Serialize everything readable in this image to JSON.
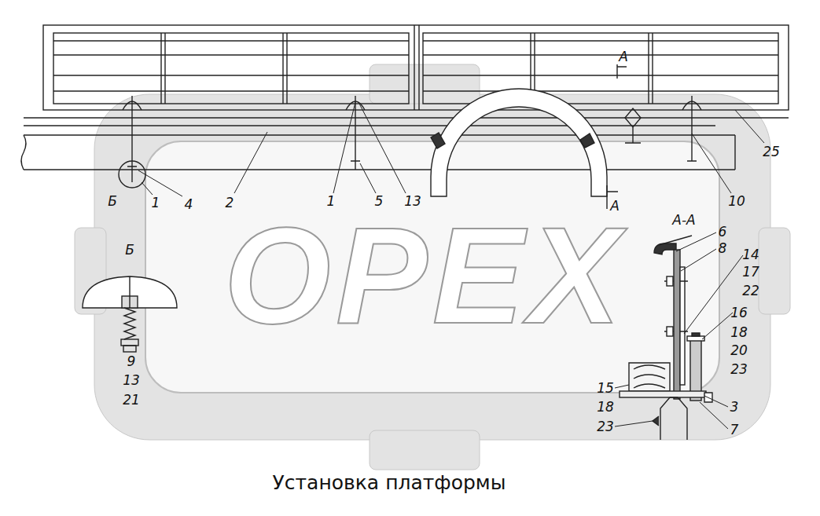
{
  "diagram": {
    "caption": "Установка платформы",
    "labels": [
      "А",
      "Б",
      "1",
      "4",
      "2",
      "1",
      "5",
      "13",
      "10",
      "25",
      "А",
      "А-А",
      "6",
      "8",
      "14",
      "17",
      "22",
      "16",
      "18",
      "20",
      "23",
      "15",
      "18",
      "23",
      "3",
      "7",
      "Б",
      "9",
      "13",
      "21",
      "OPEX"
    ]
  }
}
